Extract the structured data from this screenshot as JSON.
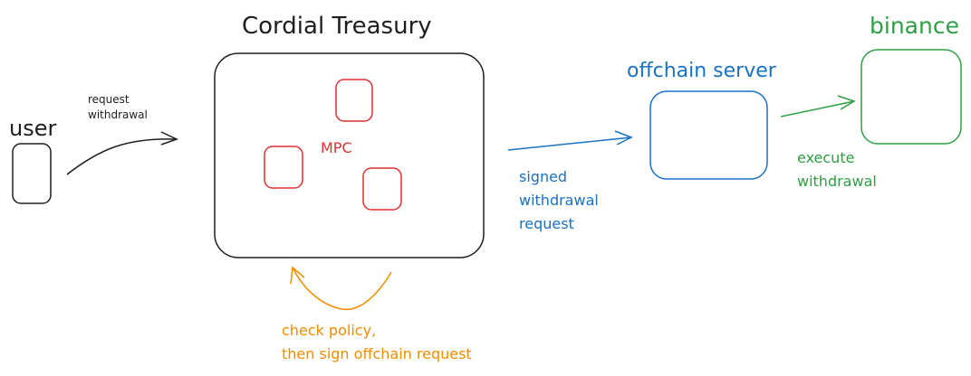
{
  "title": "Cordial Treasury",
  "nodes": {
    "user": {
      "label": "user"
    },
    "treasury": {
      "label": "Cordial Treasury",
      "inner_label": "MPC"
    },
    "offchain": {
      "label": "offchain server"
    },
    "binance": {
      "label": "binance"
    }
  },
  "edges": {
    "user_to_treasury": {
      "line1": "request",
      "line2": "withdrawal"
    },
    "treasury_to_offchain": {
      "line1": "signed",
      "line2": "withdrawal",
      "line3": "request"
    },
    "offchain_to_binance": {
      "line1": "execute",
      "line2": "withdrawal"
    },
    "treasury_self": {
      "line1": "check policy,",
      "line2": "then sign offchain request"
    }
  },
  "colors": {
    "black": "#1e1e1e",
    "red": "#e03131",
    "blue": "#1971c2",
    "green": "#2f9e44",
    "orange": "#f08c00"
  }
}
